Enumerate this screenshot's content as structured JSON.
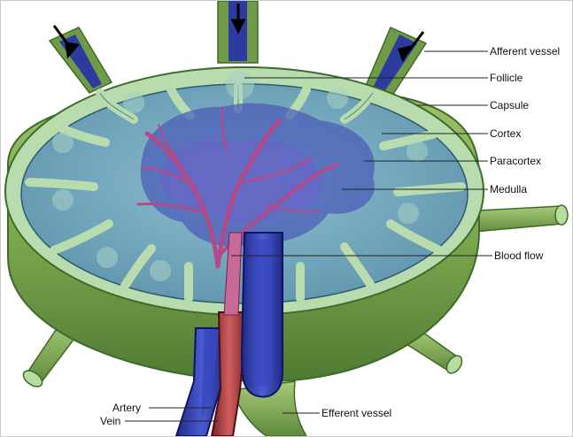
{
  "figure": {
    "labels": {
      "afferent_vessel": "Afferent vessel",
      "follicle": "Follicle",
      "capsule": "Capsule",
      "cortex": "Cortex",
      "paracortex": "Paracortex",
      "medulla": "Medulla",
      "blood_flow": "Blood flow",
      "artery": "Artery",
      "vein": "Vein",
      "efferent_vessel": "Efferent vessel"
    },
    "colors": {
      "outer_tissue": "#7ea84e",
      "outer_tissue_dark": "#55813a",
      "capsule_band": "#b8dcae",
      "cortex": "#6fa6bd",
      "paracortex": "#4858b8",
      "vein": "#2d3aa0",
      "artery": "#b23a3a",
      "blood_vessel_branches": "#b24a8a"
    }
  }
}
